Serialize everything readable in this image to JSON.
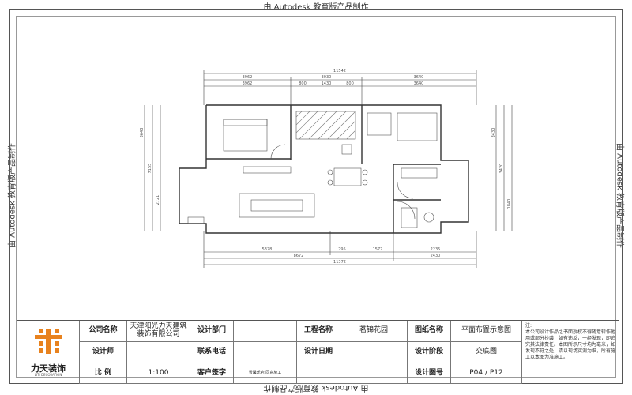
{
  "watermark": {
    "top": "由 Autodesk 教育版产品制作",
    "bottom": "由 Autodesk 教育版产品制作",
    "left": "由 Autodesk 教育版产品制作",
    "right": "由 Autodesk 教育版产品制作"
  },
  "dimensions": {
    "top_total": "11542",
    "top_row2": [
      "3962",
      "3030",
      "3640"
    ],
    "top_row3": [
      "3962",
      "800",
      "1430",
      "800",
      "3640"
    ],
    "bottom_row1": [
      "5378",
      "795",
      "1577",
      "2235"
    ],
    "bottom_row2": [
      "8672",
      "2430"
    ],
    "bottom_total": "11372",
    "left": [
      "3648",
      "7155",
      "2721"
    ],
    "right": [
      "3430",
      "3420",
      "1840"
    ]
  },
  "title_block": {
    "company_label": "公司名称",
    "company_value": "天津阳光力天建筑装饰有限公司",
    "design_dept_label": "设计部门",
    "design_dept_value": "",
    "project_label": "工程名称",
    "project_value": "茗锦花园",
    "drawing_name_label": "图纸名称",
    "drawing_name_value": "平面布置示意图",
    "designer_label": "设计师",
    "designer_value": "",
    "phone_label": "联系电话",
    "phone_value": "",
    "design_date_label": "设计日期",
    "design_date_value": "",
    "design_stage_label": "设计阶段",
    "design_stage_value": "交底图",
    "scale_label": "比  例",
    "scale_value": "1:100",
    "client_sign_label": "客户签字",
    "client_sign_value": "",
    "sign_note": "雪馨乐岩  同意施工",
    "drawing_no_label": "设计图号",
    "drawing_no_value": "P04 / P12",
    "logo_text": "力天装饰",
    "logo_sub": "LITI DECORATION",
    "note_heading": "注:",
    "note_body": "本公司设计作品之书面授权不得随意转作他用或部分抄袭，如有违反，一经发现，即追究其法律责任。本图所示尺寸均为毫米，如发现不符之处，请以现场实测为准，所有施工以本图为准施工。"
  }
}
